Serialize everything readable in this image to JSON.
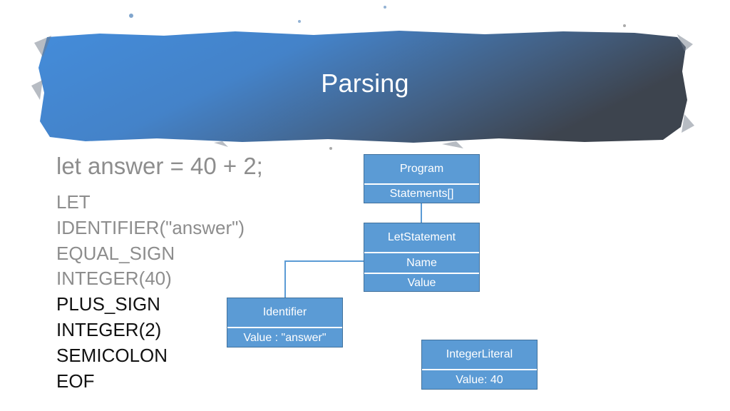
{
  "slide": {
    "title": "Parsing",
    "code": "let answer = 40 + 2;",
    "tokens": [
      {
        "text": "LET",
        "state": "muted"
      },
      {
        "text": "IDENTIFIER(\"answer\")",
        "state": "muted"
      },
      {
        "text": "EQUAL_SIGN",
        "state": "muted"
      },
      {
        "text": "INTEGER(40)",
        "state": "muted"
      },
      {
        "text": "PLUS_SIGN",
        "state": "active"
      },
      {
        "text": "INTEGER(2)",
        "state": "active"
      },
      {
        "text": "SEMICOLON",
        "state": "active"
      },
      {
        "text": "EOF",
        "state": "active"
      }
    ]
  },
  "colors": {
    "banner_light": "#3a86d8",
    "banner_dark": "#333a45",
    "node_fill": "#5b9bd5",
    "node_border": "#41719c",
    "connector": "#5b9bd5",
    "muted_text": "#8d8d8d",
    "active_text": "#111111"
  },
  "diagram": {
    "program": {
      "header": "Program",
      "fields": [
        "Statements[]"
      ]
    },
    "let_statement": {
      "header": "LetStatement",
      "fields": [
        "Name",
        "Value"
      ]
    },
    "identifier": {
      "header": "Identifier",
      "fields": [
        "Value : \"answer\""
      ]
    },
    "integer_literal": {
      "header": "IntegerLiteral",
      "fields": [
        "Value: 40"
      ]
    }
  }
}
